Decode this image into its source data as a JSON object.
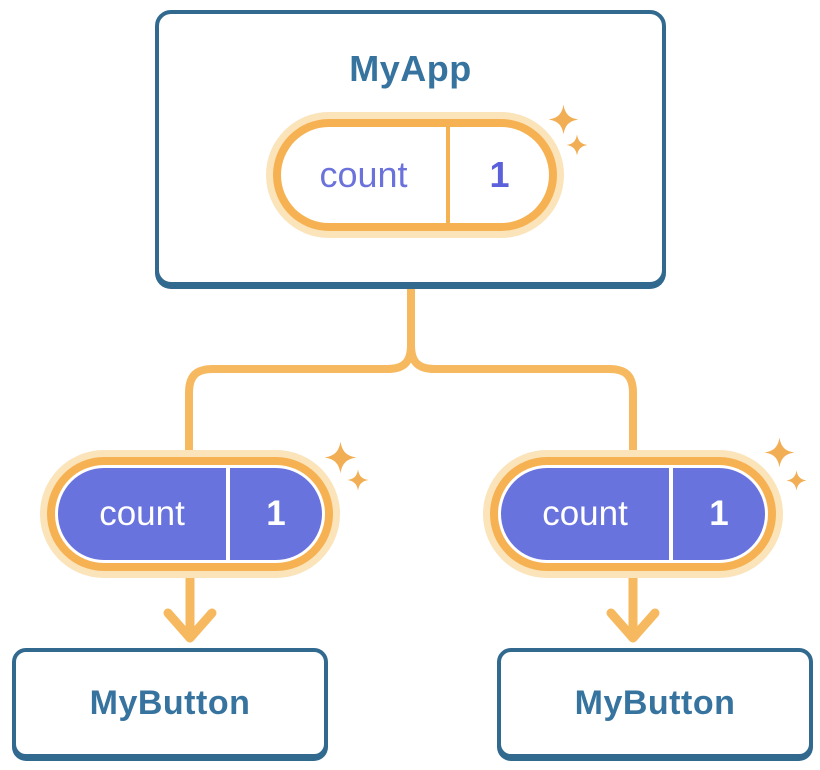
{
  "diagram": {
    "root": {
      "title": "MyApp",
      "state": {
        "label": "count",
        "value": "1"
      }
    },
    "children": [
      {
        "title": "MyButton",
        "prop": {
          "label": "count",
          "value": "1"
        }
      },
      {
        "title": "MyButton",
        "prop": {
          "label": "count",
          "value": "1"
        }
      }
    ]
  },
  "colors": {
    "card_border": "#31698F",
    "title_text": "#36739F",
    "line_orange": "#F7B95F",
    "ring_orange": "#F6B252",
    "glow_orange": "#FBE3BA",
    "purple_fill": "#6973DE",
    "state_name_text": "#6C72DC",
    "state_value_text": "#5B61DA",
    "sparkle": "#F2AE55"
  }
}
